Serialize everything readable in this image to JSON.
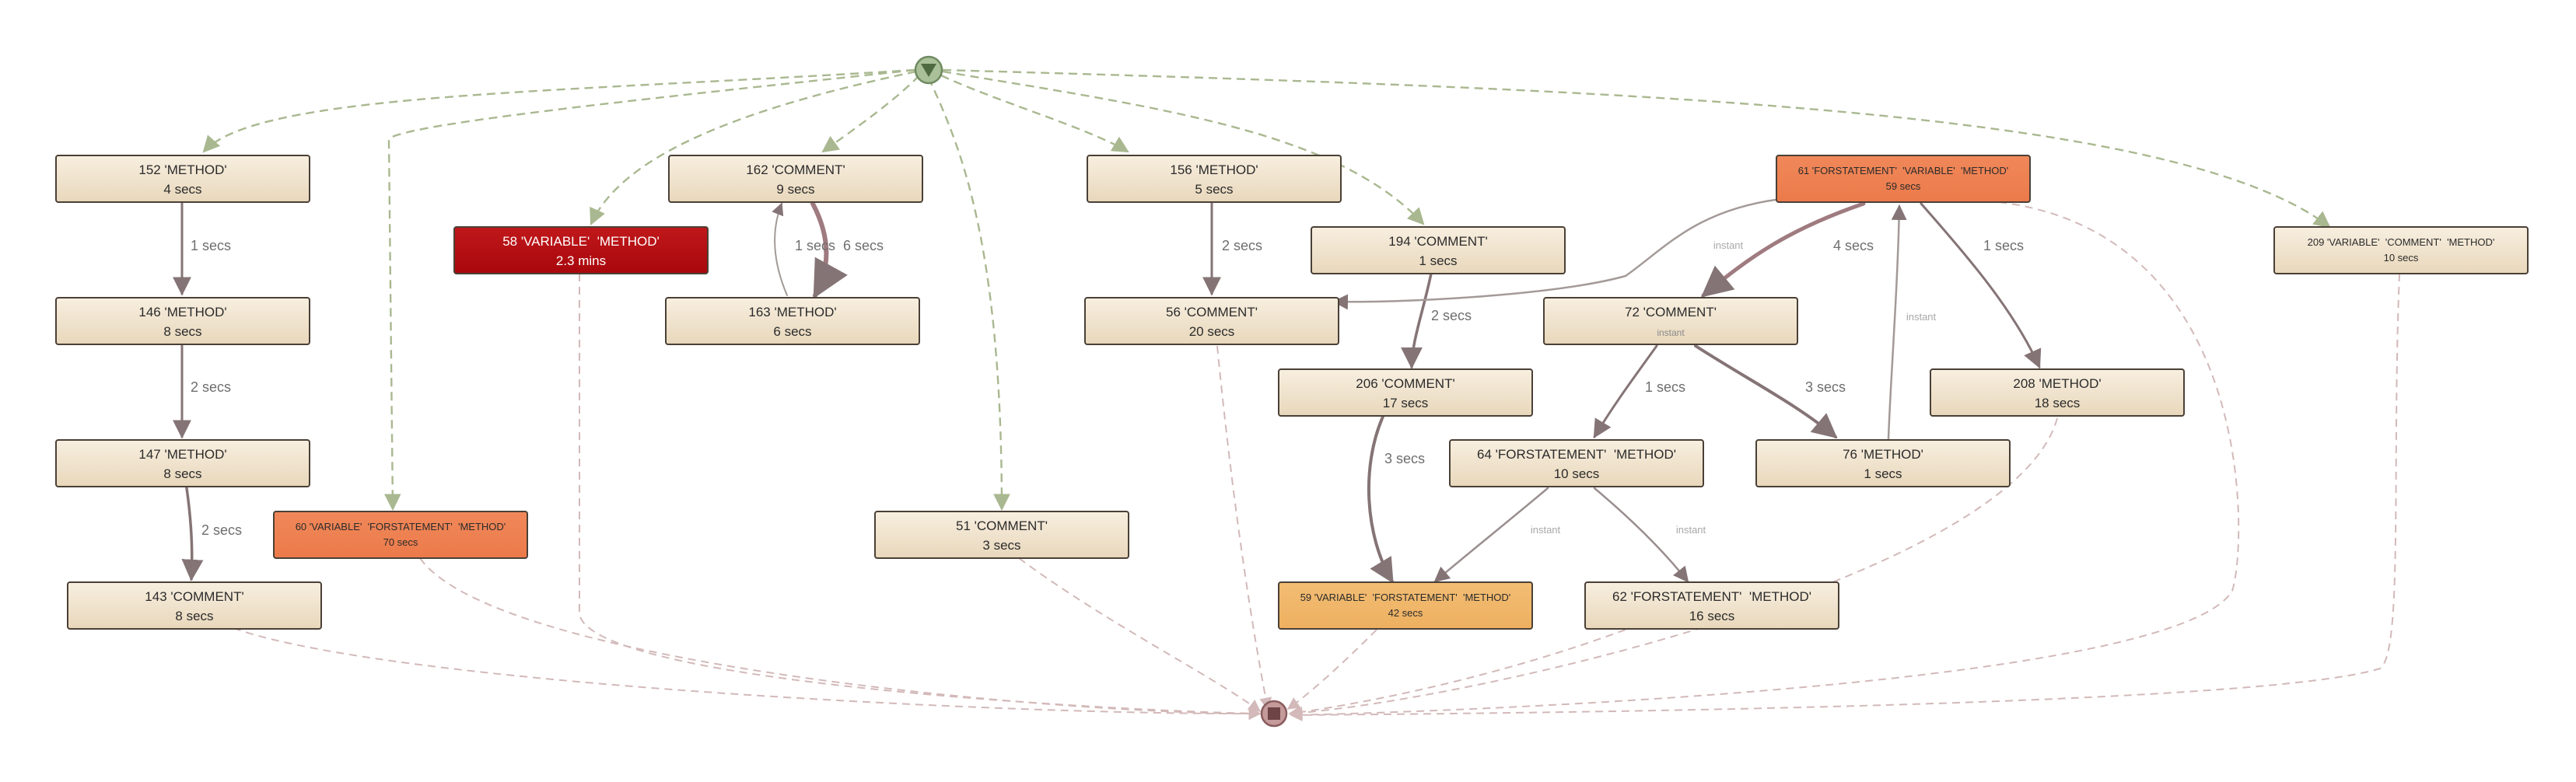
{
  "colors": {
    "node_fill_top": "#f8efe0",
    "node_fill_bottom": "#e8d7bb",
    "dark_red": "#a8070c",
    "orange": "#ec7a4a",
    "light_orange": "#eeb060",
    "edge_solid": "#857476",
    "edge_start": "#a9b890",
    "edge_end": "#d3b9b9",
    "start_fill": "#a9c098",
    "end_fill": "#c49a9b"
  },
  "icons": {
    "start": "triangle-down-icon",
    "end": "square-stop-icon"
  },
  "nodes": [
    {
      "id": "n152",
      "line1": "152 'METHOD'",
      "line2": "4 secs"
    },
    {
      "id": "n146",
      "line1": "146 'METHOD'",
      "line2": "8 secs"
    },
    {
      "id": "n147",
      "line1": "147 'METHOD'",
      "line2": "8 secs"
    },
    {
      "id": "n143",
      "line1": "143 'COMMENT'",
      "line2": "8 secs"
    },
    {
      "id": "n60",
      "line1": "60 'VARIABLE'  'FORSTATEMENT'  'METHOD'",
      "line2": "70 secs"
    },
    {
      "id": "n58",
      "line1": "58 'VARIABLE'  'METHOD'",
      "line2": "2.3 mins"
    },
    {
      "id": "n162",
      "line1": "162 'COMMENT'",
      "line2": "9 secs"
    },
    {
      "id": "n163",
      "line1": "163 'METHOD'",
      "line2": "6 secs"
    },
    {
      "id": "n51",
      "line1": "51 'COMMENT'",
      "line2": "3 secs"
    },
    {
      "id": "n156",
      "line1": "156 'METHOD'",
      "line2": "5 secs"
    },
    {
      "id": "n56",
      "line1": "56 'COMMENT'",
      "line2": "20 secs"
    },
    {
      "id": "n194",
      "line1": "194 'COMMENT'",
      "line2": "1 secs"
    },
    {
      "id": "n206",
      "line1": "206 'COMMENT'",
      "line2": "17 secs"
    },
    {
      "id": "n59",
      "line1": "59 'VARIABLE'  'FORSTATEMENT'  'METHOD'",
      "line2": "42 secs"
    },
    {
      "id": "n61",
      "line1": "61 'FORSTATEMENT'  'VARIABLE'  'METHOD'",
      "line2": "59 secs"
    },
    {
      "id": "n72",
      "line1": "72 'COMMENT'",
      "line2": "instant"
    },
    {
      "id": "n64",
      "line1": "64 'FORSTATEMENT'  'METHOD'",
      "line2": "10 secs"
    },
    {
      "id": "n62",
      "line1": "62 'FORSTATEMENT'  'METHOD'",
      "line2": "16 secs"
    },
    {
      "id": "n76",
      "line1": "76 'METHOD'",
      "line2": "1 secs"
    },
    {
      "id": "n208",
      "line1": "208 'METHOD'",
      "line2": "18 secs"
    },
    {
      "id": "n209",
      "line1": "209 'VARIABLE'  'COMMENT'  'METHOD'",
      "line2": "10 secs"
    }
  ],
  "edge_labels": [
    "1 secs",
    "2 secs",
    "2 secs",
    "1 secs",
    "6 secs",
    "2 secs",
    "2 secs",
    "3 secs",
    "4 secs",
    "1 secs",
    "1 secs",
    "3 secs",
    "instant",
    "instant",
    "instant",
    "instant"
  ]
}
